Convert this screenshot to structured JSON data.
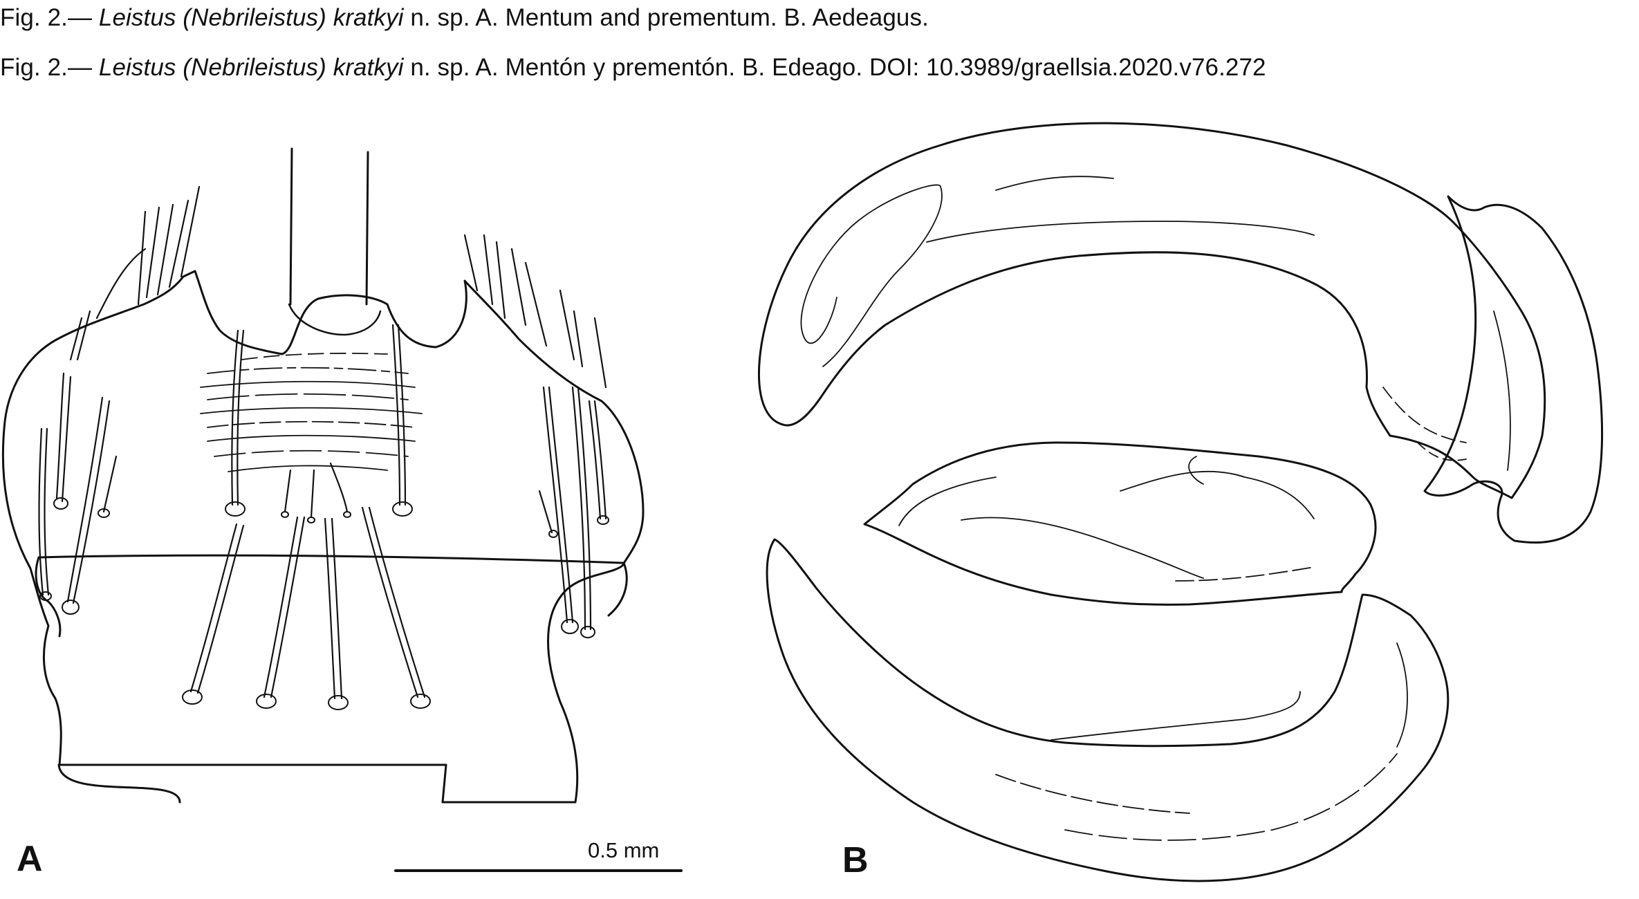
{
  "caption_en": {
    "prefix": "Fig. 2.— ",
    "taxon": "Leistus (Nebrileistus) kratkyi",
    "suffix": " n. sp. A. Mentum and prementum. B. Aedeagus."
  },
  "caption_es": {
    "prefix": "Fig. 2.— ",
    "taxon": "Leistus (Nebrileistus) kratkyi",
    "suffix": " n. sp. A. Mentón y prementón. B. Edeago. DOI: 10.3989/graellsia.2020.v76.272"
  },
  "panels": {
    "a_label": "A",
    "b_label": "B"
  },
  "scale_bar": {
    "label": "0.5 mm"
  },
  "colors": {
    "ink": "#111111",
    "background": "#ffffff"
  }
}
